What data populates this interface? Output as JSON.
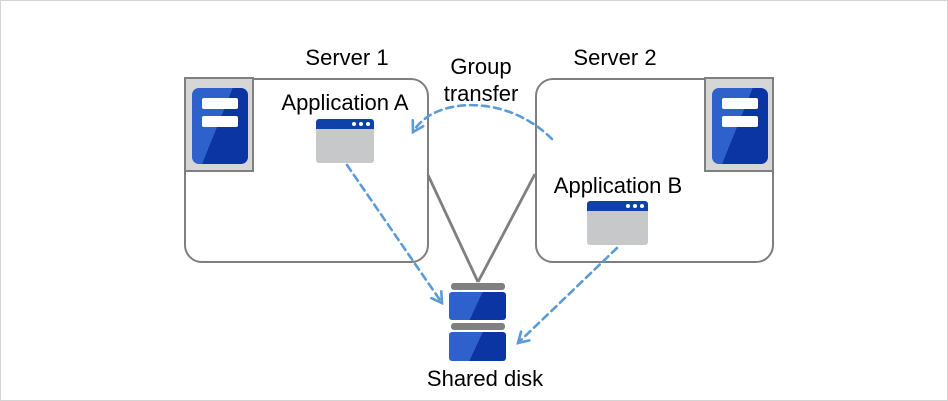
{
  "diagram": {
    "nodes": {
      "server1": {
        "label": "Server 1"
      },
      "server2": {
        "label": "Server 2"
      },
      "app_a": {
        "label": "Application A"
      },
      "app_b": {
        "label": "Application B"
      },
      "shared_disk": {
        "label": "Shared disk"
      }
    },
    "annotations": {
      "group_transfer": {
        "label": "Group transfer"
      }
    },
    "icons": {
      "server": "server-tower-icon",
      "application": "app-window-icon",
      "shared_disk": "disk-stack-icon"
    },
    "colors": {
      "icon_blue_light": "#2e61cb",
      "icon_blue_dark": "#0b35a3",
      "titlebar_blue": "#0f42a8",
      "dashed_arrow_blue": "#5b9bd5",
      "connector_gray": "#7f7f7f",
      "frame_fill_gray": "#d6d6d6",
      "window_body_gray": "#c7c8ca",
      "disk_cap_gray": "#808080"
    }
  }
}
